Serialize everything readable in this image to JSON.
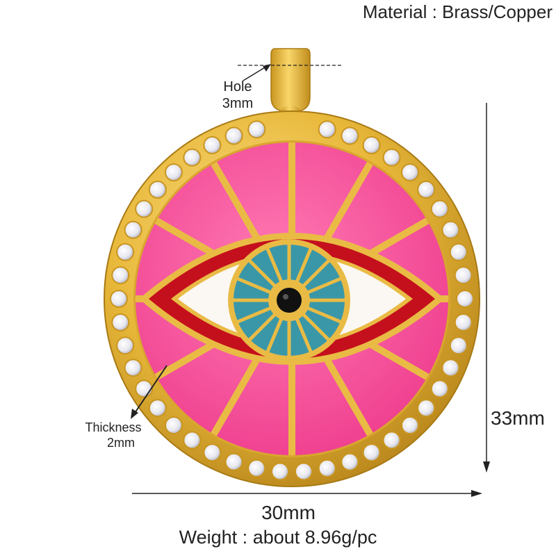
{
  "material": "Material : Brass/Copper",
  "hole": {
    "label": "Hole",
    "value": "3mm"
  },
  "thickness": {
    "label": "Thickness",
    "value": "2mm"
  },
  "dimensions": {
    "height": "33mm",
    "width": "30mm"
  },
  "weight": "Weight : about 8.96g/pc",
  "colors": {
    "gold": "#e8b83a",
    "gold_dark": "#b8861b",
    "pink_enamel": "#f7509c",
    "red_enamel": "#c4101c",
    "white_enamel": "#fbf8f4",
    "teal_enamel": "#3a97a8",
    "pupil": "#111111",
    "crystal": "#f2f2f6"
  },
  "product_image": "evil-eye round pendant with pink enamel and crystal border"
}
